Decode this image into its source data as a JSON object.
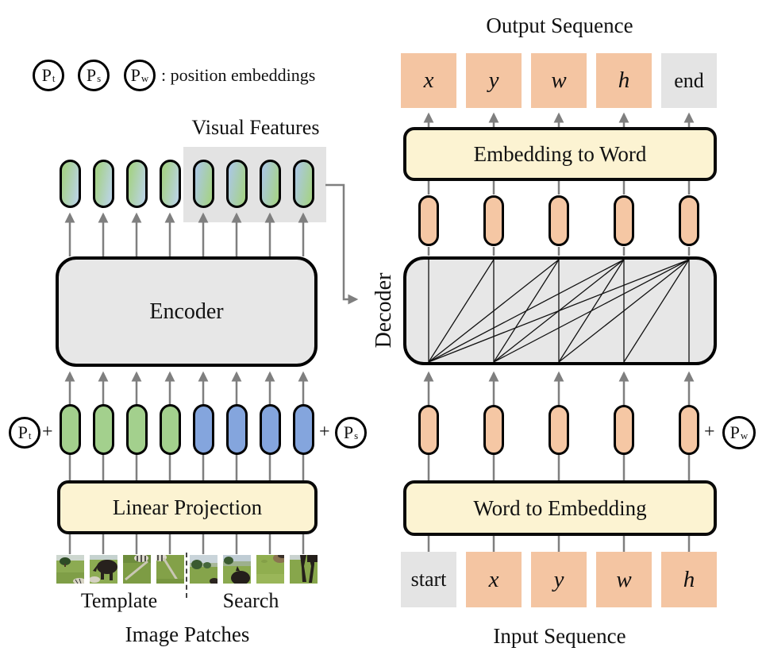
{
  "colors": {
    "template_green": "#a3d08d",
    "search_blue": "#84a5dd",
    "word_peach": "#f4c5a2",
    "module_yellow": "#fcf3d2",
    "block_gray": "#e7e7e7",
    "special_token_gray": "#e4e4e4",
    "arrow_gray": "#7f7f7f"
  },
  "legend": {
    "items": [
      {
        "base": "P",
        "sub": "t"
      },
      {
        "base": "P",
        "sub": "s"
      },
      {
        "base": "P",
        "sub": "w"
      }
    ],
    "caption": ": position embeddings"
  },
  "encoder_branch": {
    "visual_features_title": "Visual Features",
    "encoder_label": "Encoder",
    "plus_left": "+",
    "plus_right": "+",
    "pos_template": {
      "base": "P",
      "sub": "t"
    },
    "pos_search": {
      "base": "P",
      "sub": "s"
    },
    "linear_projection_label": "Linear Projection",
    "template_label": "Template",
    "search_label": "Search",
    "caption": "Image Patches",
    "patches": [
      "grass-field-with-tree-and-sky",
      "dark-horse-on-grass",
      "grass-with-diagonal-fence",
      "grass-with-diagonal-fence-2",
      "trees-hills-and-grass",
      "horse-head-with-hills",
      "grass-with-hooves",
      "horse-legs-on-grass"
    ]
  },
  "decoder_branch": {
    "output_title": "Output Sequence",
    "output_tokens": [
      "x",
      "y",
      "w",
      "h",
      "end"
    ],
    "embedding_to_word_label": "Embedding to Word",
    "decoder_label": "Decoder",
    "plus": "+",
    "pos_word": {
      "base": "P",
      "sub": "w"
    },
    "word_to_embedding_label": "Word to Embedding",
    "input_tokens": [
      "start",
      "x",
      "y",
      "w",
      "h"
    ],
    "input_title": "Input Sequence"
  }
}
